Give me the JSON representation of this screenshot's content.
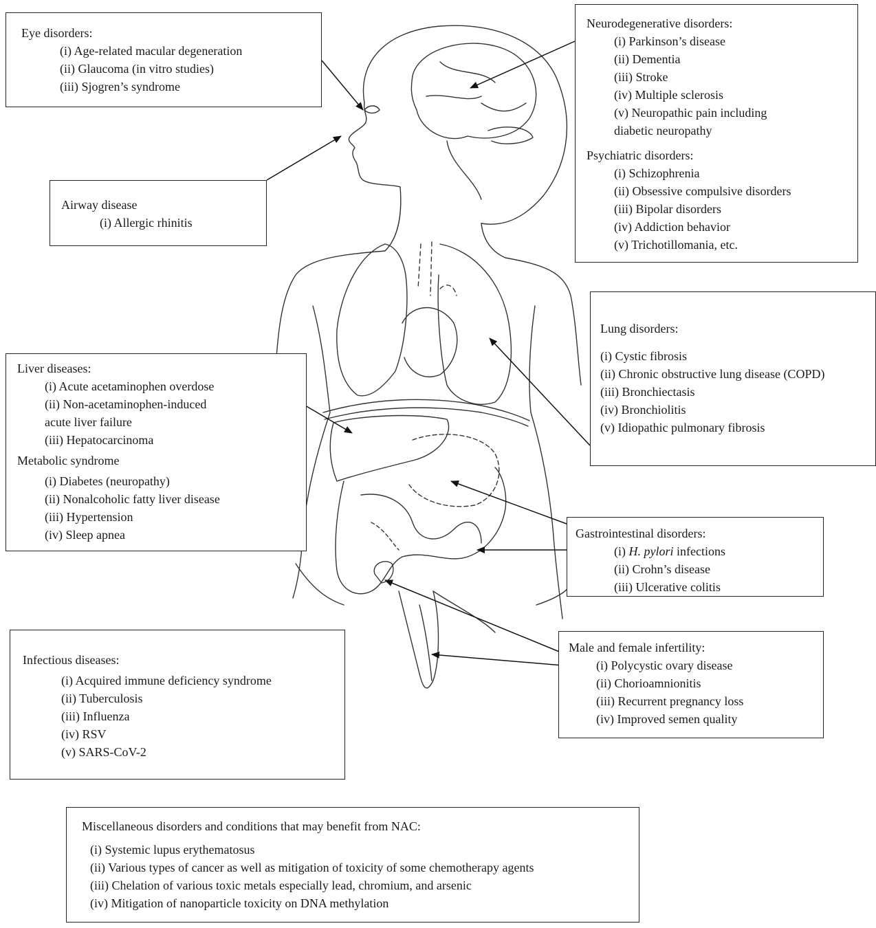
{
  "eye": {
    "heading": "Eye disorders:",
    "items": [
      "(i) Age-related macular degeneration",
      "(ii) Glaucoma (in vitro studies)",
      "(iii) Sjogren’s syndrome"
    ]
  },
  "neuro": {
    "heading": "Neurodegenerative disorders:",
    "items": [
      "(i) Parkinson’s disease",
      "(ii) Dementia",
      "(iii) Stroke",
      "(iv) Multiple sclerosis",
      "(v) Neuropathic pain including"
    ],
    "continuation": "diabetic neuropathy",
    "psych_heading": "Psychiatric disorders:",
    "psych_items": [
      "(i) Schizophrenia",
      "(ii) Obsessive compulsive disorders",
      "(iii) Bipolar disorders",
      "(iv) Addiction behavior",
      "(v) Trichotillomania, etc."
    ]
  },
  "airway": {
    "heading": "Airway disease",
    "items": [
      "(i) Allergic rhinitis"
    ]
  },
  "lung": {
    "heading": "Lung disorders:",
    "items": [
      "(i) Cystic fibrosis",
      "(ii) Chronic obstructive lung disease (COPD)",
      "(iii) Bronchiectasis",
      "(iv) Bronchiolitis",
      "(v) Idiopathic pulmonary fibrosis"
    ]
  },
  "liver": {
    "heading": "Liver diseases:",
    "items": [
      "(i) Acute acetaminophen overdose",
      "(ii) Non-acetaminophen-induced"
    ],
    "continuation": "acute liver failure",
    "item3": "(iii) Hepatocarcinoma",
    "meta_heading": "Metabolic syndrome",
    "meta_items": [
      "(i) Diabetes (neuropathy)",
      "(ii) Nonalcoholic fatty liver disease",
      "(iii) Hypertension",
      "(iv) Sleep apnea"
    ]
  },
  "gi": {
    "heading": "Gastrointestinal disorders:",
    "item1_prefix": "(i) ",
    "item1_italic": "H. pylori",
    "item1_suffix": " infections",
    "items": [
      "(ii) Crohn’s disease",
      "(iii) Ulcerative colitis"
    ]
  },
  "infectious": {
    "heading": "Infectious diseases:",
    "items": [
      "(i) Acquired immune deficiency syndrome",
      "(ii) Tuberculosis",
      "(iii) Influenza",
      "(iv) RSV",
      "(v) SARS-CoV-2"
    ]
  },
  "fertility": {
    "heading": "Male and female infertility:",
    "items": [
      "(i) Polycystic ovary disease",
      "(ii) Chorioamnionitis",
      "(iii) Recurrent pregnancy loss",
      "(iv) Improved semen quality"
    ]
  },
  "misc": {
    "heading": "Miscellaneous disorders and conditions that may benefit from NAC:",
    "items": [
      "(i) Systemic lupus erythematosus",
      "(ii) Various types of cancer as well as mitigation of toxicity of some chemotherapy agents",
      "(iii) Chelation of various toxic metals especially lead, chromium, and arsenic",
      "(iv) Mitigation of nanoparticle toxicity on DNA methylation"
    ]
  }
}
